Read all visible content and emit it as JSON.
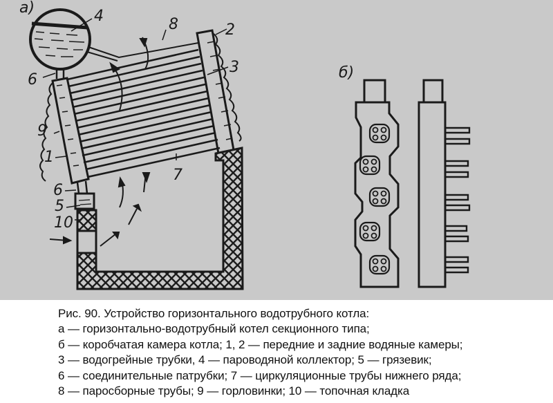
{
  "figure": {
    "panel_a_label": "а)",
    "panel_b_label": "б)",
    "labels": {
      "l1": "1",
      "l2": "2",
      "l3": "3",
      "l4": "4",
      "l5": "5",
      "l6a": "6",
      "l6b": "6",
      "l7": "7",
      "l8": "8",
      "l9": "9",
      "l10": "10"
    },
    "colors": {
      "background": "#c9c9c9",
      "ink": "#1a1a1a",
      "page": "#ffffff"
    }
  },
  "caption": {
    "lines": [
      "Рис. 90. Устройство горизонтального водотрубного котла:",
      "а — горизонтально-водотрубный котел секционного типа;",
      "б — коробчатая камера котла; 1, 2 — передние и задние водяные камеры;",
      "3 — водогрейные трубки, 4 — пароводяной коллектор; 5 — грязевик;",
      "6 — соединительные патрубки; 7 — циркуляционные трубы нижнего ряда;",
      "8 — паросборные трубы; 9 — горловинки; 10 — топочная кладка"
    ]
  }
}
